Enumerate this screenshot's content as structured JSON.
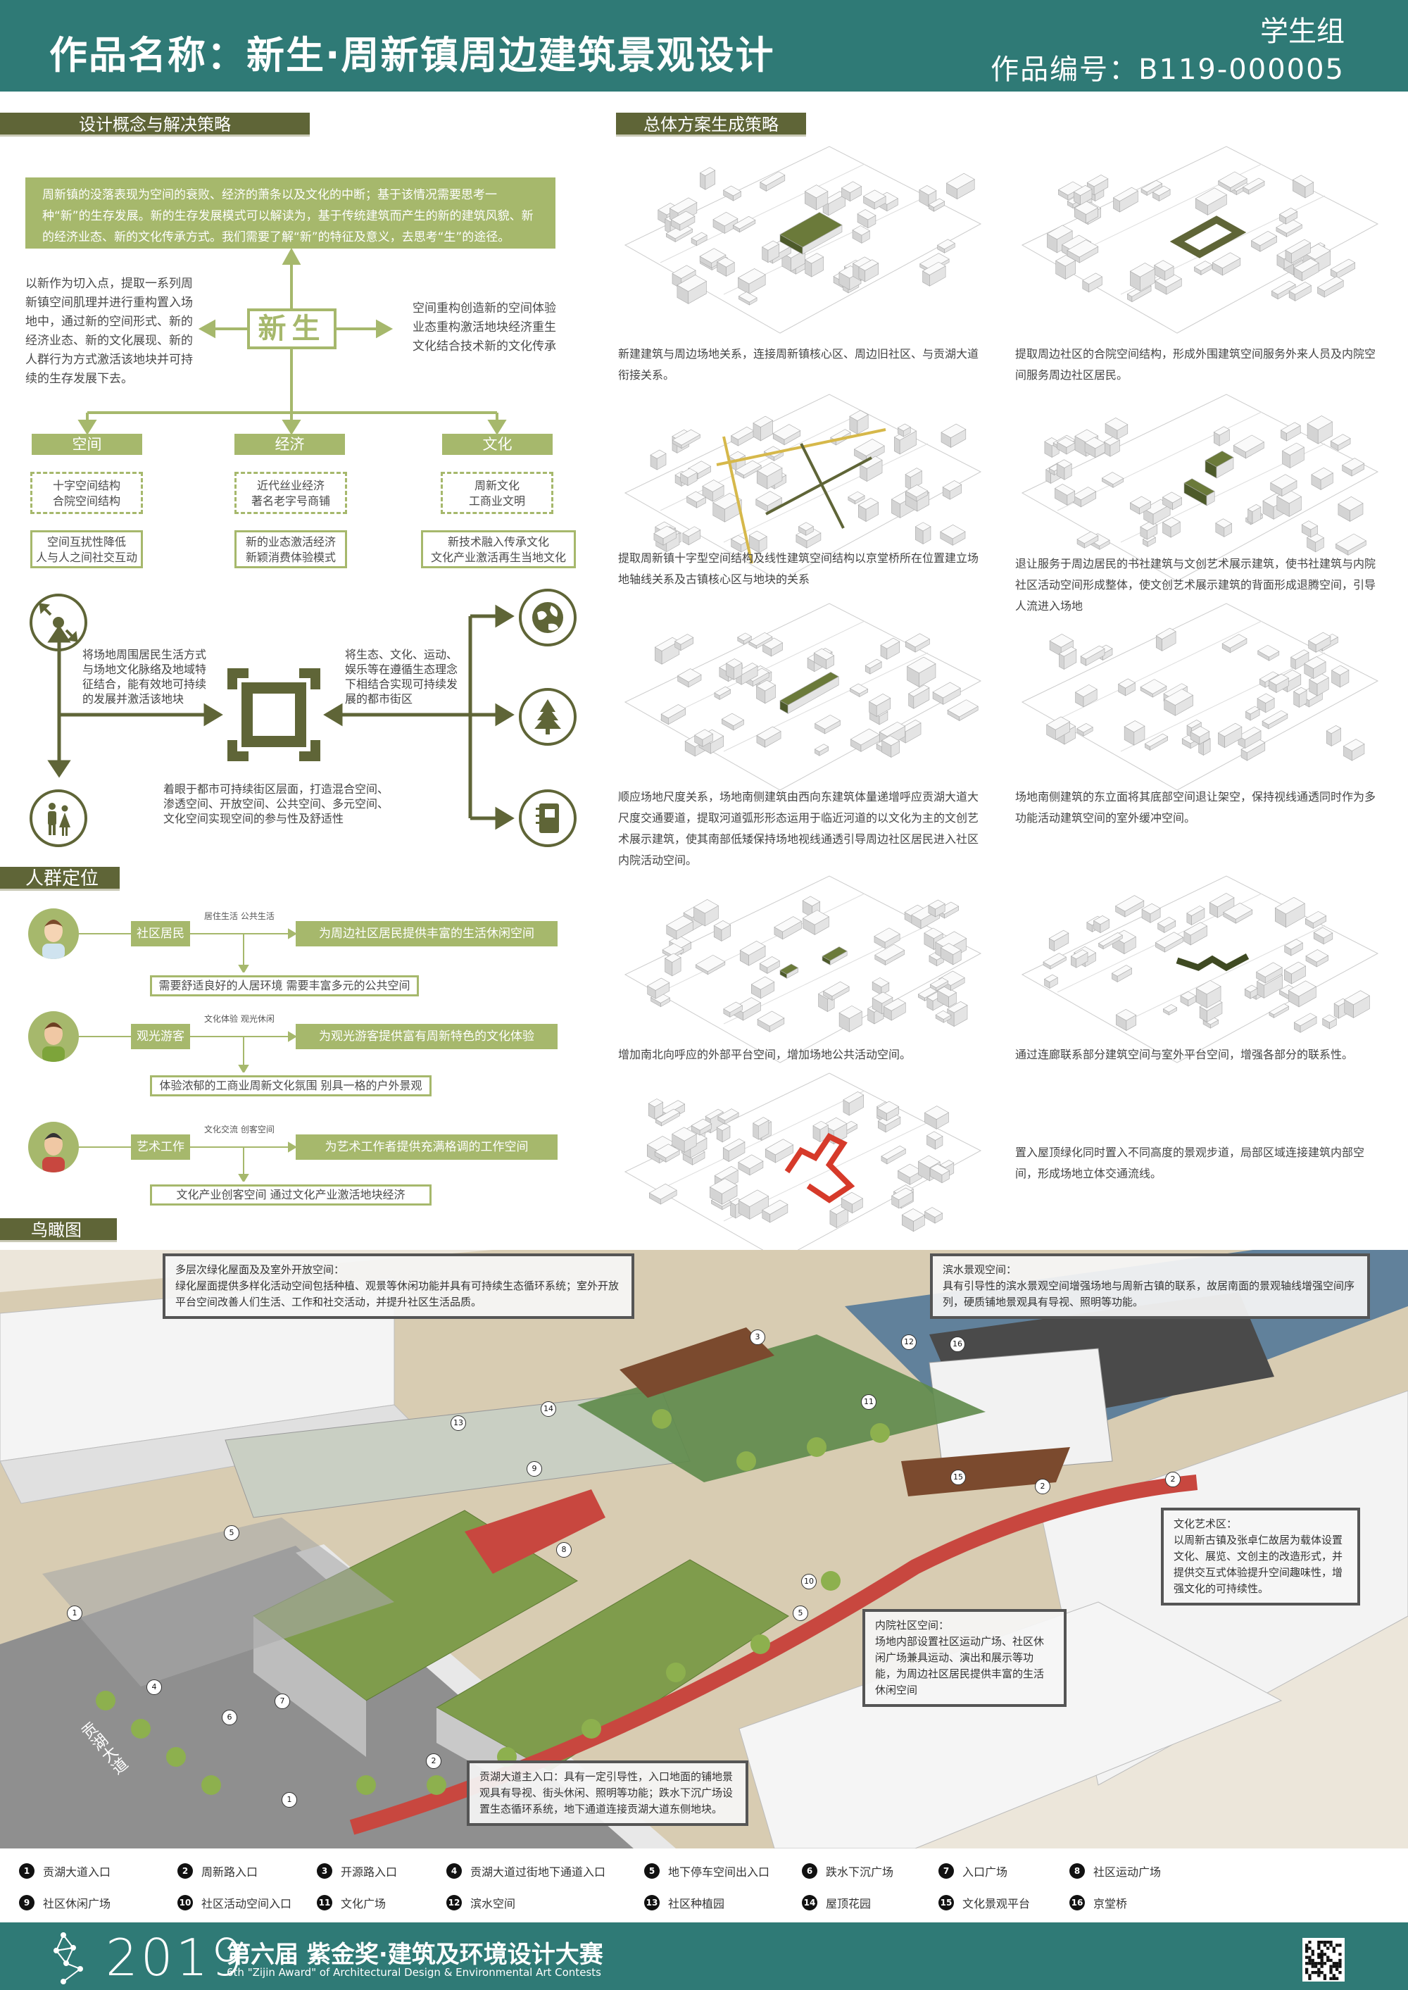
{
  "header": {
    "title": "作品名称：新生·周新镇周边建筑景观设计",
    "group": "学生组",
    "code": "作品编号：B119-000005"
  },
  "sections": {
    "concept": "设计概念与解决策略",
    "strategy": "总体方案生成策略",
    "crowd": "人群定位",
    "aerial": "鸟瞰图"
  },
  "concept": {
    "intro": "周新镇的没落表现为空间的衰败、经济的萧条以及文化的中断；基于该情况需要思考一种“新”的生存发展。新的生存发展模式可以解读为，基于传统建筑而产生的新的建筑风貌、新的经济业态、新的文化传承方式。我们需要了解“新”的特征及意义，去思考“生”的途径。",
    "core": "新生",
    "left_text": "以新作为切入点，提取一系列周新镇空间肌理并进行重构置入场地中，通过新的空间形式、新的经济业态、新的文化展现、新的人群行为方式激活该地块并可持续的生存发展下去。",
    "right_text": "空间重构创造新的空间体验业态重构激活地块经济重生文化结合技术新的文化传承",
    "categories": [
      {
        "name": "空间",
        "dashed": [
          "十字空间结构",
          "合院空间结构"
        ],
        "solid": [
          "空间互扰性降低",
          "人与人之间社交互动"
        ]
      },
      {
        "name": "经济",
        "dashed": [
          "近代丝业经济",
          "著名老字号商铺"
        ],
        "solid": [
          "新的业态激活经济",
          "新颖消费体验模式"
        ]
      },
      {
        "name": "文化",
        "dashed": [
          "周新文化",
          "工商业文明"
        ],
        "solid": [
          "新技术融入传承文化",
          "文化产业激活再生当地文化"
        ]
      }
    ]
  },
  "sustain": {
    "left_text": "将场地周围居民生活方式与场地文化脉络及地域特征结合，能有效地可持续的发展并激活该地块",
    "right_text": "将生态、文化、运动、娱乐等在遵循生态理念下相结合实现可持续发展的都市街区",
    "bottom_text": "着眼于都市可持续街区层面，打造混合空间、渗透空间、开放空间、公共空间、多元空间、文化空间实现空间的参与性及舒适性",
    "icons": [
      "expand-arrows-icon",
      "people-icon",
      "globe-icon",
      "tree-icon",
      "notebook-icon",
      "frame-icon"
    ]
  },
  "personas": [
    {
      "label": "社区居民",
      "tags": "居住生活  公共生活",
      "result": "为周边社区居民提供丰富的生活休闲空间",
      "need": "需要舒适良好的人居环境  需要丰富多元的公共空间"
    },
    {
      "label": "观光游客",
      "tags": "文化体验  观光休闲",
      "result": "为观光游客提供富有周新特色的文化体验",
      "need": "体验浓郁的工商业周新文化氛围  别具一格的户外景观"
    },
    {
      "label": "艺术工作",
      "tags": "文化交流  创客空间",
      "result": "为艺术工作者提供充满格调的工作空间",
      "need": "文化产业创客空间  通过文化产业激活地块经济"
    }
  ],
  "strategy": {
    "captions": [
      "新建建筑与周边场地关系，连接周新镇核心区、周边旧社区、与贡湖大道衔接关系。",
      "提取周边社区的合院空间结构，形成外围建筑空间服务外来人员及内院空间服务周边社区居民。",
      "提取周新镇十字型空间结构及线性建筑空间结构以京堂桥所在位置建立场地轴线关系及古镇核心区与地块的关系",
      "退让服务于周边居民的书社建筑与文创艺术展示建筑，使书社建筑与内院社区活动空间形成整体，使文创艺术展示建筑的背面形成退腾空间，引导人流进入场地",
      "顺应场地尺度关系，场地南侧建筑由西向东建筑体量递增呼应贡湖大道大尺度交通要道，提取河道弧形形态运用于临近河道的以文化为主的文创艺术展示建筑，使其南部低矮保持场地视线通透引导周边社区居民进入社区内院活动空间。",
      "场地南侧建筑的东立面将其底部空间退让架空，保持视线通透同时作为多功能活动建筑空间的室外缓冲空间。",
      "增加南北向呼应的外部平台空间，增加场地公共活动空间。",
      "通过连廊联系部分建筑空间与室外平台空间，增强各部分的联系性。",
      "置入屋顶绿化同时置入不同高度的景观步道，局部区域连接建筑内部空间，形成场地立体交通流线。"
    ]
  },
  "aerial": {
    "callouts": [
      {
        "title": "多层次绿化屋面及及室外开放空间：",
        "body": "绿化屋面提供多样化活动空间包括种植、观景等休闲功能并具有可持续生态循环系统；室外开放平台空间改善人们生活、工作和社交活动，并提升社区生活品质。"
      },
      {
        "title": "滨水景观空间：",
        "body": "具有引导性的滨水景观空间增强场地与周新古镇的联系，故居南面的景观轴线增强空间序列，硬质铺地景观具有导视、照明等功能。"
      },
      {
        "title": "文化艺术区：",
        "body": "以周新古镇及张卓仁故居为载体设置文化、展览、文创主的改造形式，并提供交互式体验提升空间趣味性，增强文化的可持续性。"
      },
      {
        "title": "内院社区空间：",
        "body": "场地内部设置社区运动广场、社区休闲广场兼具运动、演出和展示等功能，为周边社区居民提供丰富的生活休闲空间"
      },
      {
        "title": "贡湖大道主入口：",
        "body": "具有一定引导性，入口地面的铺地景观具有导视、街头休闲、照明等功能；跌水下沉广场设置生态循环系统，地下通道连接贡湖大道东侧地块。"
      }
    ],
    "road_label": "贡湖大道"
  },
  "legend": [
    {
      "num": "1",
      "label": "贡湖大道入口"
    },
    {
      "num": "2",
      "label": "周新路入口"
    },
    {
      "num": "3",
      "label": "开源路入口"
    },
    {
      "num": "4",
      "label": "贡湖大道过街地下通道入口"
    },
    {
      "num": "5",
      "label": "地下停车空间出入口"
    },
    {
      "num": "6",
      "label": "跌水下沉广场"
    },
    {
      "num": "7",
      "label": "入口广场"
    },
    {
      "num": "8",
      "label": "社区运动广场"
    },
    {
      "num": "9",
      "label": "社区休闲广场"
    },
    {
      "num": "10",
      "label": "社区活动空间入口"
    },
    {
      "num": "11",
      "label": "文化广场"
    },
    {
      "num": "12",
      "label": "滨水空间"
    },
    {
      "num": "13",
      "label": "社区种植园"
    },
    {
      "num": "14",
      "label": "屋顶花园"
    },
    {
      "num": "15",
      "label": "文化景观平台"
    },
    {
      "num": "16",
      "label": "京堂桥"
    }
  ],
  "footer": {
    "year": "2019",
    "title_cn": "第六届 紫金奖·建筑及环境设计大赛",
    "title_en": "6th \"Zijin Award\" of Architectural Design & Environmental Art Contests"
  },
  "colors": {
    "teal": "#2f7a76",
    "olive": "#5f6537",
    "green": "#a6b86c",
    "red": "#c8473f"
  }
}
